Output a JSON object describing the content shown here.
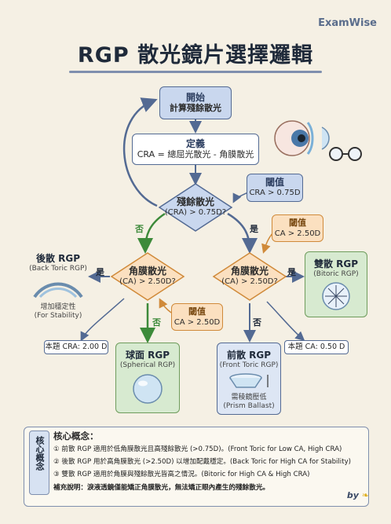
{
  "brand": "ExamWise",
  "title": "RGP 散光鏡片選擇邏輯",
  "start": {
    "line1": "開始",
    "line2": "計算殘餘散光"
  },
  "definition": {
    "label": "定義",
    "formula": "CRA = 總屈光散光 - 角膜散光"
  },
  "threshold1": {
    "label": "閾值",
    "value": "CRA > 0.75D"
  },
  "threshold2": {
    "label": "閾值",
    "value": "CA > 2.50D"
  },
  "threshold3": {
    "label": "閾值",
    "value": "CA > 2.50D"
  },
  "diamond_top": {
    "label": "殘餘散光",
    "value": "(CRA) > 0.75D?"
  },
  "diamond_left": {
    "label": "角膜散光",
    "value": "(CA) > 2.50D?"
  },
  "diamond_right": {
    "label": "角膜散光",
    "value": "(CA) > 2.50D?"
  },
  "labels": {
    "no_left": "否",
    "yes_right": "是",
    "yes_back": "是",
    "no_down_left": "否",
    "yes_bitoric": "是",
    "no_down_right": "否"
  },
  "back_toric": {
    "title": "後散 RGP",
    "subtitle": "(Back Toric RGP)",
    "note1": "增加穩定性",
    "note2": "(For Stability)"
  },
  "spherical": {
    "title": "球面 RGP",
    "subtitle": "(Spherical RGP)"
  },
  "front_toric": {
    "title": "前散 RGP",
    "subtitle": "(Front Toric RGP)",
    "note1": "需稜鏡壓低",
    "note2": "(Prism Ballast)"
  },
  "bitoric": {
    "title": "雙散 RGP",
    "subtitle": "(Bitoric RGP)"
  },
  "case_cra": "本題 CRA: 2.00 D",
  "case_ca": "本題 CA: 0.50 D",
  "core": {
    "tag": "核心概念",
    "title": "核心概念：",
    "lines": [
      "① 前散 RGP 適用於低角膜散光且高殘餘散光 (>0.75D)。(Front Toric for Low CA, High CRA)",
      "② 後散 RGP 用於高角膜散光 (>2.50D) 以增加配戴穩定。(Back Toric for High CA for Stability)",
      "③ 雙散 RGP 適用於角膜與殘餘散光皆高之情況。(Bitoric for High CA & High CRA)"
    ],
    "note": "補充說明：淚液透鏡僅能矯正角膜散光，無法矯正眼內產生的殘餘散光。"
  },
  "byline": "by",
  "colors": {
    "blue_border": "#536a93",
    "blue_fill": "#c9d7ee",
    "orange_fill": "#fbe0c0",
    "green_fill": "#dcebd1",
    "arrow_green": "#3d8a3a",
    "arrow_orange": "#d08a3a"
  }
}
